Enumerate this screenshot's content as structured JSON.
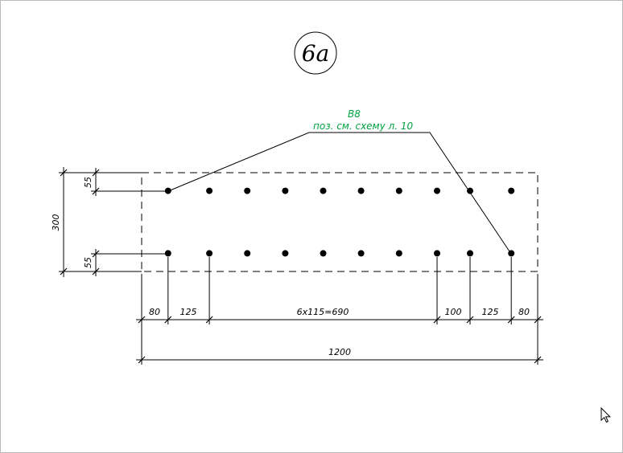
{
  "callout": {
    "label": "6а"
  },
  "annotation": {
    "line1": "В8",
    "line2": "поз. см. схему л. 10",
    "color": "#00a341"
  },
  "dimensions": {
    "height_total": "300",
    "edge_top": "55",
    "edge_bottom": "55",
    "bottom_row": [
      "80",
      "125",
      "6x115=690",
      "100",
      "125",
      "80"
    ],
    "width_total": "1200"
  },
  "rebar": {
    "panel_width_mm": 1200,
    "panel_height_mm": 300,
    "rows_y_mm": [
      55,
      245
    ],
    "positions_mm": [
      80,
      205,
      320,
      435,
      550,
      665,
      780,
      895,
      995,
      1120
    ]
  }
}
